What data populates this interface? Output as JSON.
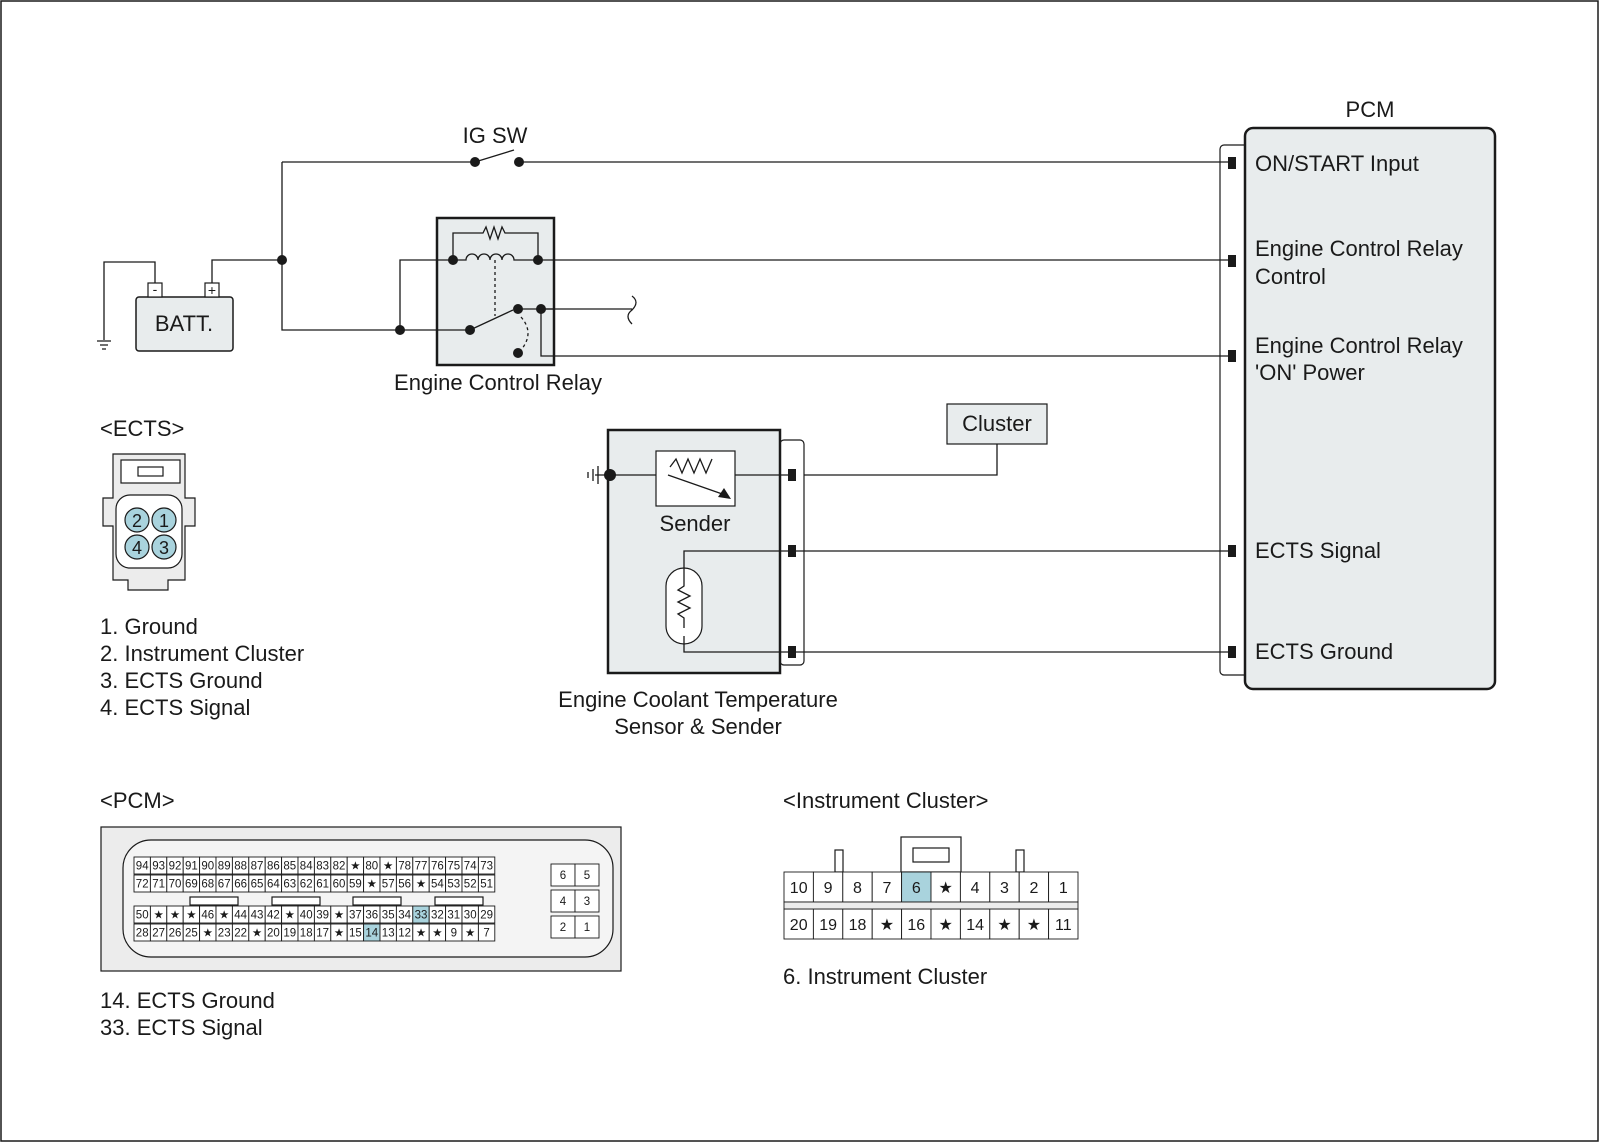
{
  "pcm_module": {
    "title": "PCM",
    "pins": [
      "ON/START Input",
      "Engine Control Relay",
      "Control",
      "Engine Control Relay",
      "'ON' Power",
      "ECTS Signal",
      "ECTS Ground"
    ]
  },
  "ig_switch": "IG SW",
  "battery": {
    "label": "BATT.",
    "neg": "-",
    "pos": "+"
  },
  "relay_label": "Engine Control Relay",
  "cluster_box": "Cluster",
  "sender_label": "Sender",
  "ects_sensor_label": [
    "Engine Coolant Temperature",
    "Sensor & Sender"
  ],
  "ects_connector": {
    "title": "<ECTS>",
    "pins": [
      "2",
      "1",
      "4",
      "3"
    ],
    "legend": [
      "1. Ground",
      "2. Instrument Cluster",
      "3. ECTS Ground",
      "4. ECTS Signal"
    ]
  },
  "pcm_connector": {
    "title": "<PCM>",
    "row1": [
      "94",
      "93",
      "92",
      "91",
      "90",
      "89",
      "88",
      "87",
      "86",
      "85",
      "84",
      "83",
      "82",
      "★",
      "80",
      "★",
      "78",
      "77",
      "76",
      "75",
      "74",
      "73"
    ],
    "row2": [
      "72",
      "71",
      "70",
      "69",
      "68",
      "67",
      "66",
      "65",
      "64",
      "63",
      "62",
      "61",
      "60",
      "59",
      "★",
      "57",
      "56",
      "★",
      "54",
      "53",
      "52",
      "51"
    ],
    "row3": [
      "50",
      "★",
      "★",
      "★",
      "46",
      "★",
      "44",
      "43",
      "42",
      "★",
      "40",
      "39",
      "★",
      "37",
      "36",
      "35",
      "34",
      "33",
      "32",
      "31",
      "30",
      "29"
    ],
    "row4": [
      "28",
      "27",
      "26",
      "25",
      "★",
      "23",
      "22",
      "★",
      "20",
      "19",
      "18",
      "17",
      "★",
      "15",
      "14",
      "13",
      "12",
      "★",
      "★",
      "9",
      "★",
      "7"
    ],
    "side": [
      "6",
      "5",
      "4",
      "3",
      "2",
      "1"
    ],
    "highlighted": [
      "33",
      "14"
    ],
    "legend": [
      "14. ECTS Ground",
      "33. ECTS Signal"
    ]
  },
  "cluster_connector": {
    "title": "<Instrument Cluster>",
    "top": [
      "10",
      "9",
      "8",
      "7",
      "6",
      "★",
      "4",
      "3",
      "2",
      "1"
    ],
    "bottom": [
      "20",
      "19",
      "18",
      "★",
      "16",
      "★",
      "14",
      "★",
      "★",
      "11"
    ],
    "highlighted": [
      "6"
    ],
    "legend": [
      "6. Instrument Cluster"
    ]
  },
  "colors": {
    "highlight": "#a9d3dd",
    "module_fill": "#e8eced"
  }
}
